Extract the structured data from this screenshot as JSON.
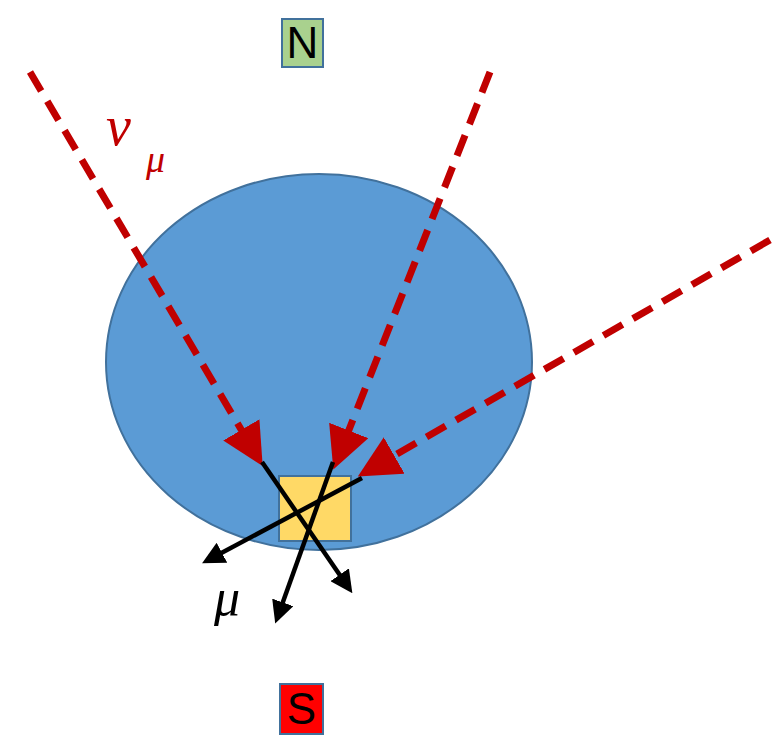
{
  "diagram": {
    "nodes": [
      {
        "text": [
          "N"
        ]
      },
      {
        "text": [
          "S"
        ]
      }
    ],
    "labels": [
      "ν",
      "μ",
      "μ"
    ]
  }
}
